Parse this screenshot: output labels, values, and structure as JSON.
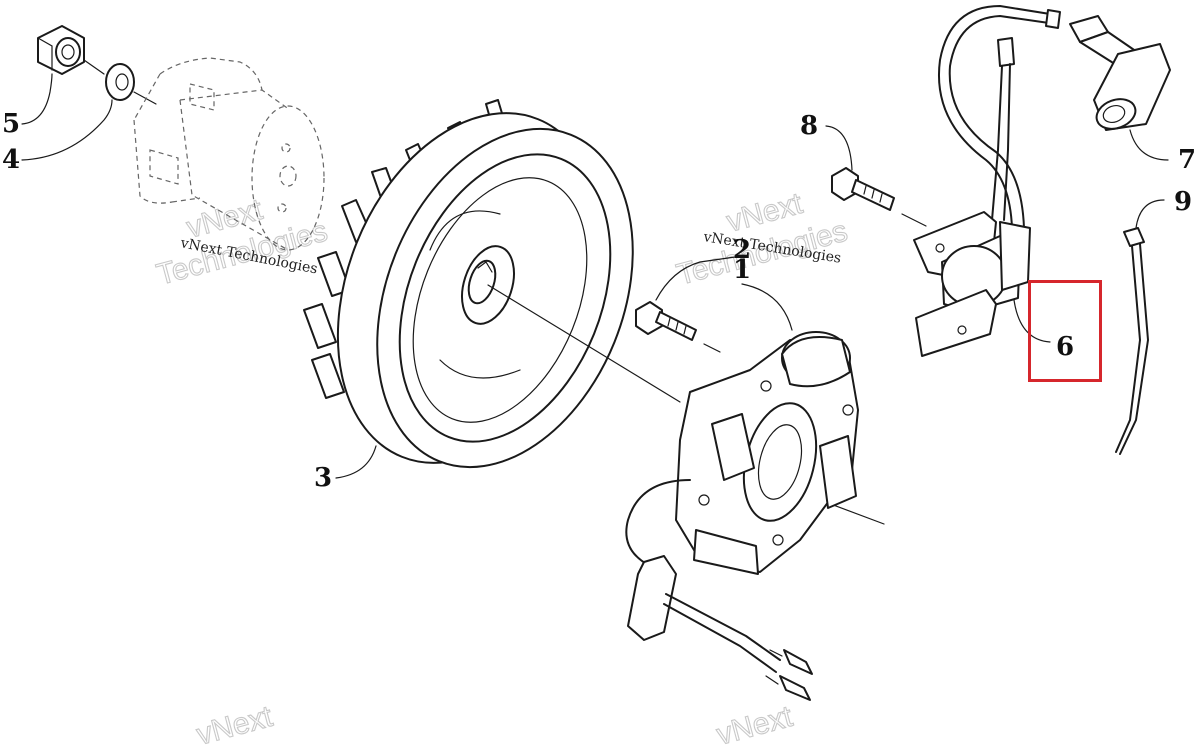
{
  "watermarks": {
    "label_1": "vNext Technologies",
    "label_2": "vNext Technologies",
    "big_1": "vNext",
    "big_2": "Technologies",
    "big_3": "vNext",
    "big_4": "Technologies",
    "big_5": "vNext",
    "big_6": "vNext"
  },
  "callouts": [
    "1",
    "2",
    "3",
    "4",
    "5",
    "6",
    "7",
    "8",
    "9"
  ],
  "highlight": {
    "callout": "6",
    "color": "#d6262c"
  }
}
